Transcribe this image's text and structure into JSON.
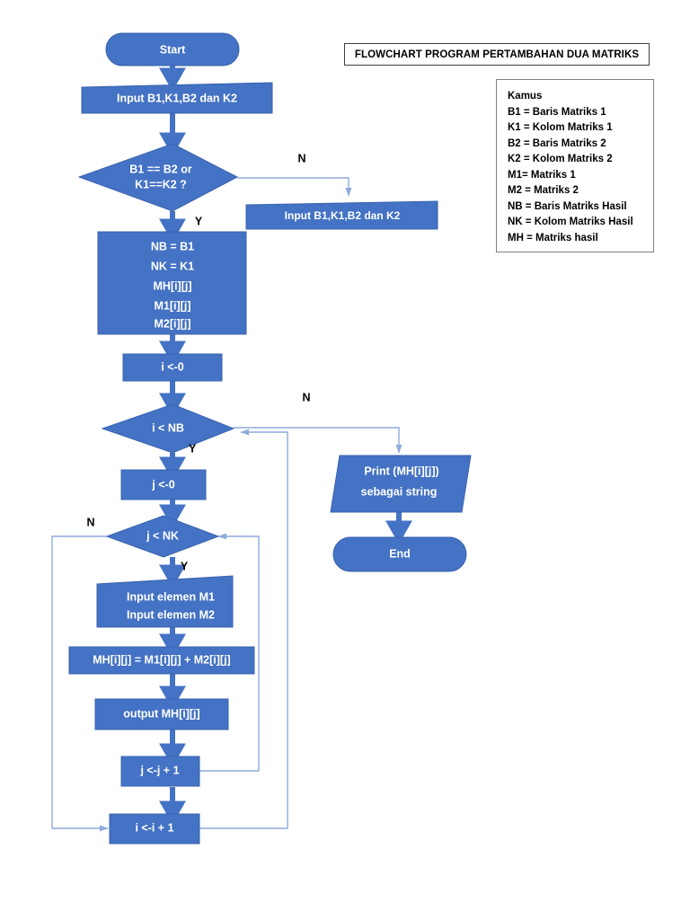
{
  "document": {
    "title_box": {
      "text": "FLOWCHART PROGRAM PERTAMBAHAN DUA MATRIKS"
    },
    "legend": {
      "heading": "Kamus",
      "entries": [
        "B1 = Baris Matriks 1",
        "K1 = Kolom Matriks 1",
        "B2 = Baris Matriks 2",
        "K2 = Kolom Matriks 2",
        "M1= Matriks 1",
        "M2 = Matriks 2",
        "NB = Baris Matriks Hasil",
        "NK = Kolom Matriks Hasil",
        "MH = Matriks hasil"
      ]
    }
  },
  "colors": {
    "shape_fill": "#4472c4",
    "shape_stroke": "#3a63ad",
    "arrow": "#4472c4",
    "connector": "#8faadc",
    "label_text": "#000000",
    "shape_text": "#ffffff"
  },
  "nodes": {
    "start": {
      "label": "Start",
      "type": "terminator"
    },
    "input_dims": {
      "label": "Input B1,K1,B2 dan K2",
      "type": "input"
    },
    "decision_dims": {
      "line1": "B1 == B2 or",
      "line2": "K1==K2 ?",
      "type": "decision"
    },
    "input_dims_retry": {
      "label": "Input B1,K1,B2 dan K2",
      "type": "input"
    },
    "assign_block": {
      "type": "process",
      "lines": [
        "NB = B1",
        "NK = K1",
        "MH[i][j]",
        "M1[i][j]",
        "M2[i][j]"
      ]
    },
    "init_i": {
      "label": "i <-0",
      "type": "process"
    },
    "decision_i": {
      "label": "i < NB",
      "type": "decision"
    },
    "init_j": {
      "label": "j <-0",
      "type": "process"
    },
    "decision_j": {
      "label": "j < NK",
      "type": "decision"
    },
    "input_elements": {
      "type": "input",
      "lines": [
        "Input elemen M1",
        "Input elemen M2"
      ]
    },
    "compute": {
      "label": "MH[i][j] = M1[i][j] + M2[i][j]",
      "type": "process"
    },
    "output_mh": {
      "label": "output MH[i][j]",
      "type": "process"
    },
    "incr_j": {
      "label": "j <-j + 1",
      "type": "process"
    },
    "incr_i": {
      "label": "i <-i + 1",
      "type": "process"
    },
    "print_result": {
      "type": "output",
      "lines": [
        "Print (MH[i][j])",
        "sebagai string"
      ]
    },
    "end": {
      "label": "End",
      "type": "terminator"
    }
  },
  "branch_labels": {
    "decision_dims_no": "N",
    "decision_dims_yes": "Y",
    "decision_i_no": "N",
    "decision_i_yes": "Y",
    "decision_j_no": "N",
    "decision_j_yes": "Y"
  }
}
